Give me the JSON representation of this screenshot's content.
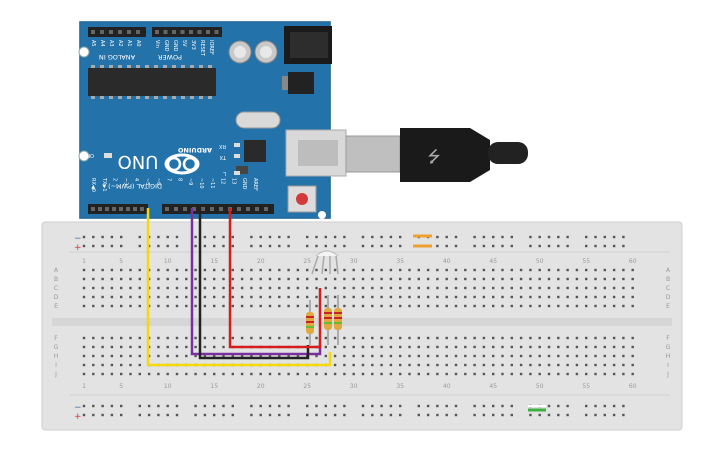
{
  "arduino": {
    "brand": "ARDUINO",
    "model": "UNO",
    "on_label": "ON",
    "analog_in_label": "ANALOG IN",
    "analog_pins": [
      "A0",
      "A1",
      "A2",
      "A3",
      "A4",
      "A5"
    ],
    "power_label": "POWER",
    "power_pins": [
      "IOREF",
      "RESET",
      "3V3",
      "5V",
      "GND",
      "GND",
      "Vin"
    ],
    "digital_label": "DIGITAL (PWM~)",
    "digital_pins": [
      "AREF",
      "GND",
      "13",
      "12",
      "~11",
      "~10",
      "~9",
      "8",
      "7",
      "~6",
      "~5",
      "4",
      "~3",
      "2",
      "TX▶1",
      "RX◀0"
    ],
    "led_labels": [
      "L",
      "TX",
      "RX"
    ],
    "usb_symbol": "⭍"
  },
  "breadboard": {
    "column_numbers": [
      "1",
      "5",
      "10",
      "15",
      "20",
      "25",
      "30",
      "35",
      "40",
      "45",
      "50",
      "55",
      "60"
    ],
    "row_letters_top": [
      "A",
      "B",
      "C",
      "D",
      "E"
    ],
    "row_letters_bottom": [
      "F",
      "G",
      "H",
      "I",
      "J"
    ],
    "rail_minus": "−",
    "rail_plus": "+"
  },
  "wires": {
    "colors": {
      "yellow": "#f5d90a",
      "purple": "#7b2e9e",
      "black": "#222222",
      "red": "#d71c1c",
      "orange": "#f0a030",
      "green": "#3cb043"
    }
  },
  "components": {
    "rgb_led": "rgb-led",
    "resistor_count": 3
  }
}
